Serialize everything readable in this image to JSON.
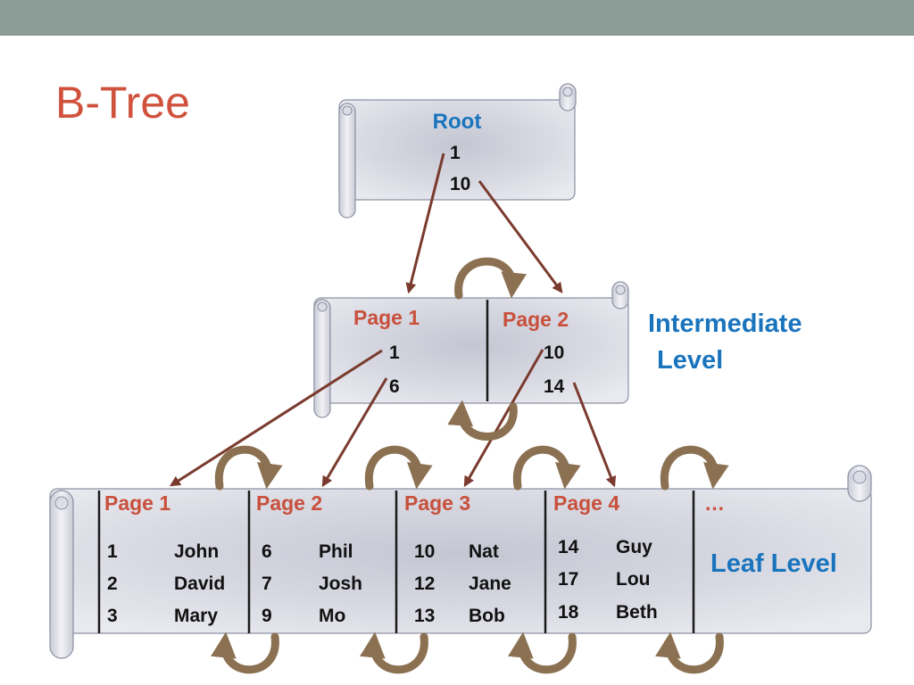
{
  "title": "B-Tree",
  "colors": {
    "topbar": "#8c9c96",
    "title": "#d0523d",
    "page_label": "#c8503c",
    "level_label": "#1a74bd",
    "pointer": "#7a3b2e",
    "link_arrow": "#8b7152"
  },
  "root": {
    "label": "Root",
    "keys": [
      "1",
      "10"
    ]
  },
  "intermediate": {
    "label_line1": "Intermediate",
    "label_line2": "Level",
    "pages": [
      {
        "name": "Page 1",
        "keys": [
          "1",
          "6"
        ]
      },
      {
        "name": "Page 2",
        "keys": [
          "10",
          "14"
        ]
      }
    ]
  },
  "leaf": {
    "label": "Leaf Level",
    "pages": [
      {
        "name": "Page 1",
        "rows": [
          {
            "id": "1",
            "name": "John"
          },
          {
            "id": "2",
            "name": "David"
          },
          {
            "id": "3",
            "name": "Mary"
          }
        ]
      },
      {
        "name": "Page 2",
        "rows": [
          {
            "id": "6",
            "name": "Phil"
          },
          {
            "id": "7",
            "name": "Josh"
          },
          {
            "id": "9",
            "name": "Mo"
          }
        ]
      },
      {
        "name": "Page 3",
        "rows": [
          {
            "id": "10",
            "name": "Nat"
          },
          {
            "id": "12",
            "name": "Jane"
          },
          {
            "id": "13",
            "name": "Bob"
          }
        ]
      },
      {
        "name": "Page 4",
        "rows": [
          {
            "id": "14",
            "name": "Guy"
          },
          {
            "id": "17",
            "name": "Lou"
          },
          {
            "id": "18",
            "name": "Beth"
          }
        ]
      }
    ],
    "more": "…"
  }
}
